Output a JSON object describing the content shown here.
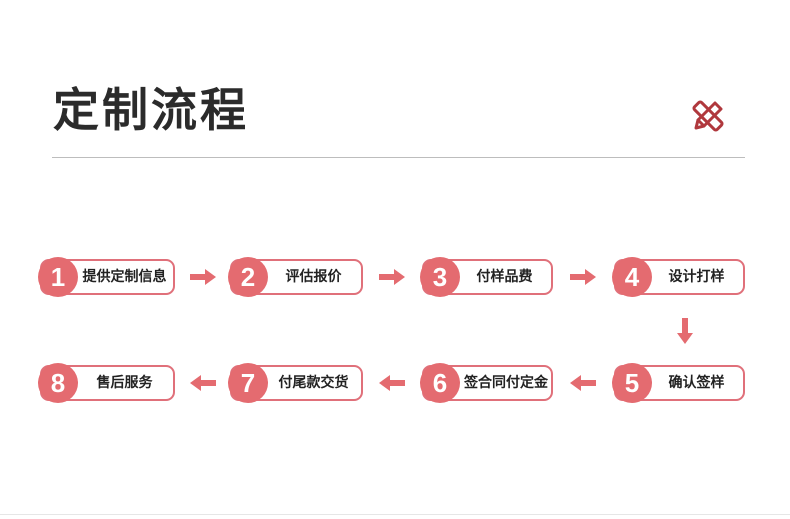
{
  "header": {
    "title": "定制流程"
  },
  "colors": {
    "accent": "#e46b70",
    "border": "#e0707a",
    "arrow": "#e46b70",
    "title": "#2b2b2b"
  },
  "icons": {
    "decoration": "pencil-ruler-icon",
    "arrow": "arrow-icon"
  },
  "steps": [
    {
      "number": "1",
      "label": "提供定制信息"
    },
    {
      "number": "2",
      "label": "评估报价"
    },
    {
      "number": "3",
      "label": "付样品费"
    },
    {
      "number": "4",
      "label": "设计打样"
    },
    {
      "number": "5",
      "label": "确认签样"
    },
    {
      "number": "6",
      "label": "签合同付定金"
    },
    {
      "number": "7",
      "label": "付尾款交货"
    },
    {
      "number": "8",
      "label": "售后服务"
    }
  ]
}
